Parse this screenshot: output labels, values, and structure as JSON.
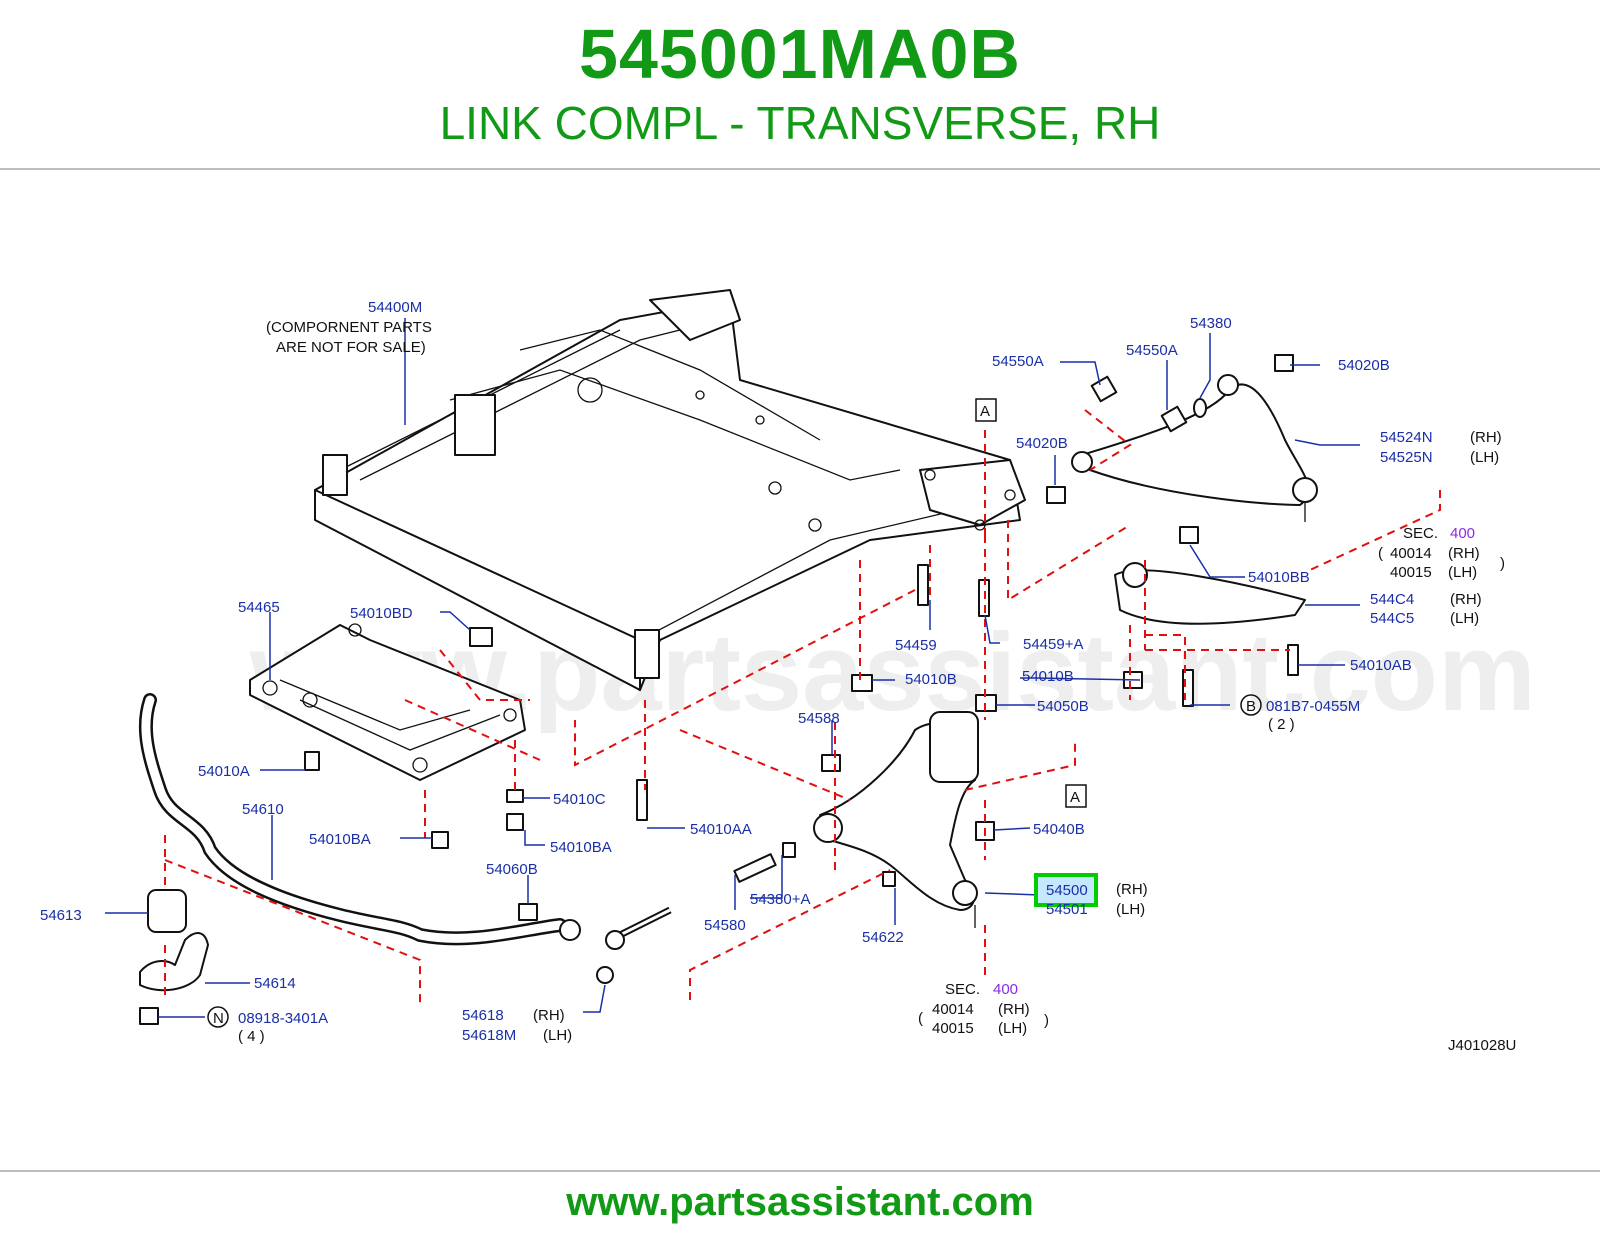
{
  "header": {
    "part_number": "545001MA0B",
    "part_name": "LINK COMPL - TRANSVERSE, RH"
  },
  "footer": {
    "url": "www.partsassistant.com"
  },
  "watermark": "www.partsassistant.com",
  "diagram_id": "J401028U",
  "colors": {
    "brand_green": "#129a16",
    "label_blue": "#1a2fa8",
    "leader_red": "#e01010",
    "highlight_green": "#00cc00",
    "sec_purple": "#8a2be2"
  },
  "labels": {
    "p54400M": "54400M",
    "comp_note_1": "(COMPORNENT   PARTS",
    "comp_note_2": "ARE   NOT   FOR   SALE)",
    "p54550A_1": "54550A",
    "p54550A_2": "54550A",
    "p54380": "54380",
    "p54020B_top": "54020B",
    "p54020B_left": "54020B",
    "p54524N": "54524N",
    "p54525N": "54525N",
    "rh": "(RH)",
    "lh": "(LH)",
    "sec": "SEC.",
    "sec_num": "400",
    "p40014": "40014",
    "p40015": "40015",
    "p54010BB": "54010BB",
    "p544C4": "544C4",
    "p544C5": "544C5",
    "p54010AB": "54010AB",
    "p54465": "54465",
    "p54010BD": "54010BD",
    "p54459": "54459",
    "p54459A": "54459+A",
    "p54010B_1": "54010B",
    "p54010B_2": "54010B",
    "p54050B": "54050B",
    "p081B7": "081B7-0455M",
    "qty2": "( 2 )",
    "circle_B": "B",
    "box_A": "A",
    "p54588": "54588",
    "p54010A": "54010A",
    "p54010C": "54010C",
    "p54610": "54610",
    "p54010BA_1": "54010BA",
    "p54010BA_2": "54010BA",
    "p54010AA": "54010AA",
    "p54040B": "54040B",
    "p54500": "54500",
    "p54501": "54501",
    "p54060B": "54060B",
    "p54380A": "54380+A",
    "p54580": "54580",
    "p54622": "54622",
    "p54613": "54613",
    "p54614": "54614",
    "circle_N": "N",
    "p08918": "08918-3401A",
    "qty4": "( 4 )",
    "p54618": "54618",
    "p54618M": "54618M"
  }
}
